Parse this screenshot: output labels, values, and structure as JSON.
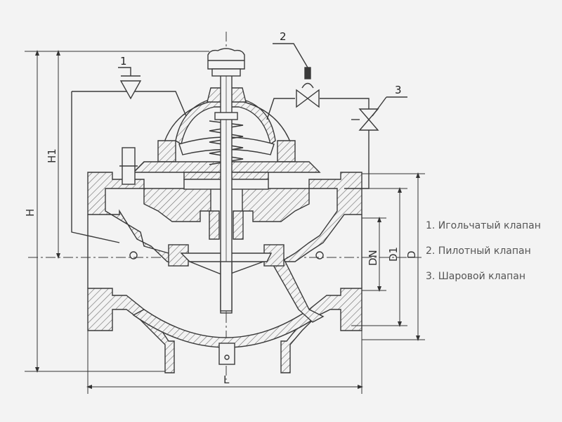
{
  "dimensions": {
    "H": "H",
    "H1": "H1",
    "L": "L",
    "DN": "DN",
    "D1": "D1",
    "D": "D"
  },
  "callouts": [
    "1",
    "2",
    "3"
  ],
  "legend": [
    "1. Игольчатый клапан",
    "2. Пилотный клапан",
    "3. Шаровой клапан"
  ],
  "colors": {
    "line": "#3a3a3a",
    "hatch": "#6a6a6a",
    "background": "#f3f3f3",
    "legend_text": "#555555"
  }
}
